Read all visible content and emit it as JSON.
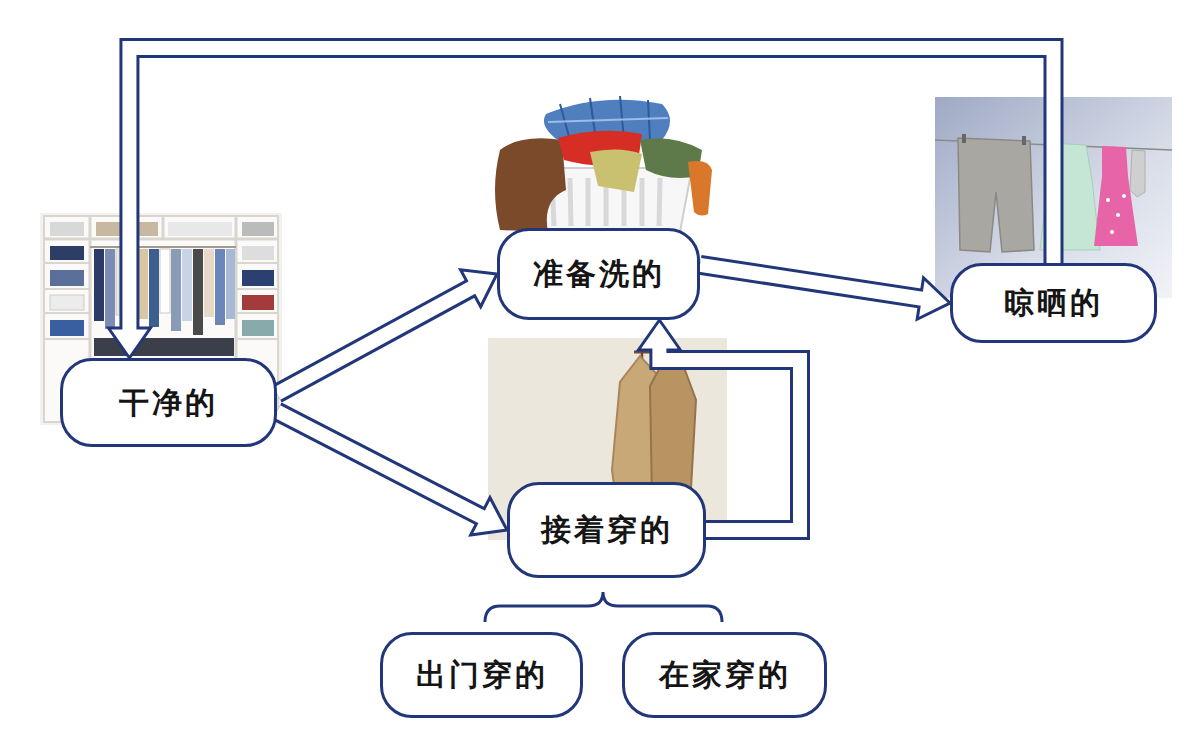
{
  "diagram": {
    "nodes": [
      {
        "text": [
          "干净的"
        ]
      },
      {
        "text": [
          "准备洗的"
        ]
      },
      {
        "text": [
          "接着穿的"
        ]
      },
      {
        "text": [
          "晾晒的"
        ]
      },
      {
        "text": [
          "出门穿的"
        ]
      },
      {
        "text": [
          "在家穿的"
        ]
      }
    ],
    "edges": [
      {
        "from": 0,
        "to": 1,
        "arrow": "to"
      },
      {
        "from": 0,
        "to": 2,
        "arrow": "to"
      },
      {
        "from": 1,
        "to": 3,
        "arrow": "to"
      },
      {
        "from": 2,
        "to": 1,
        "arrow": "to"
      },
      {
        "from": 3,
        "to": 0,
        "arrow": "to"
      }
    ]
  }
}
